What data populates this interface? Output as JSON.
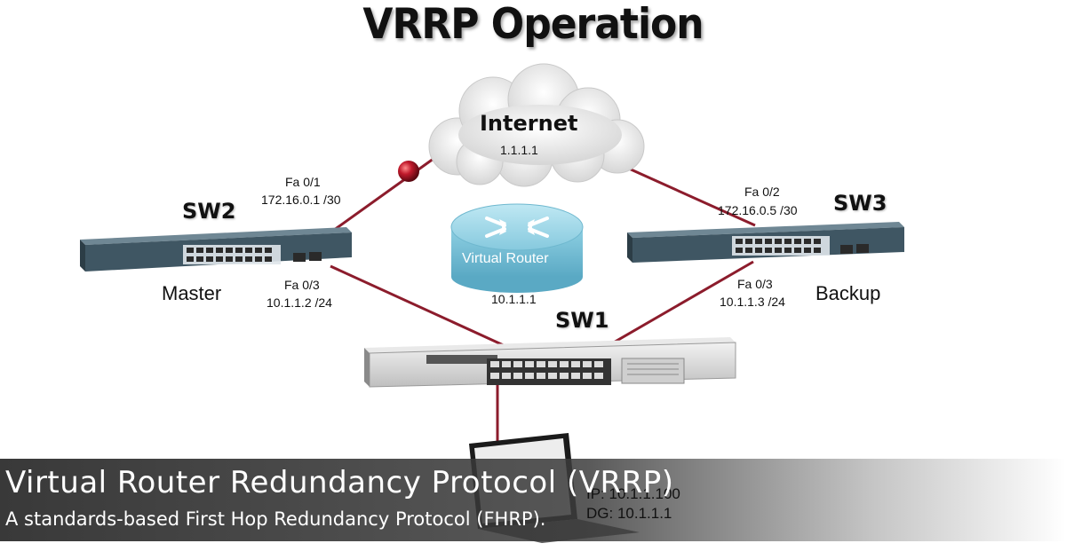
{
  "title": "VRRP Operation",
  "internet": {
    "name": "Internet",
    "ip": "1.1.1.1"
  },
  "virtual_router": {
    "name": "Virtual Router",
    "ip": "10.1.1.1"
  },
  "sw2": {
    "name": "SW2",
    "role": "Master",
    "uplink_if": "Fa 0/1",
    "uplink_ip": "172.16.0.1 /30",
    "down_if": "Fa 0/3",
    "down_ip": "10.1.1.2 /24"
  },
  "sw3": {
    "name": "SW3",
    "role": "Backup",
    "uplink_if": "Fa 0/2",
    "uplink_ip": "172.16.0.5 /30",
    "down_if": "Fa 0/3",
    "down_ip": "10.1.1.3 /24"
  },
  "sw1": {
    "name": "SW1"
  },
  "pc": {
    "ip": "IP: 10.1.1.100",
    "dg": "DG: 10.1.1.1"
  },
  "banner": {
    "title": "Virtual Router Redundancy Protocol (VRRP)",
    "subtitle": "A standards-based First Hop Redundancy Protocol (FHRP)."
  },
  "colors": {
    "link": "#8c1c2c",
    "switch_body": "#3f5663",
    "virtual_router": "#8fd0e3",
    "packet": "#b0172a"
  },
  "icons": [
    "cloud-icon",
    "switch-icon",
    "router-icon",
    "laptop-icon",
    "packet-icon"
  ]
}
